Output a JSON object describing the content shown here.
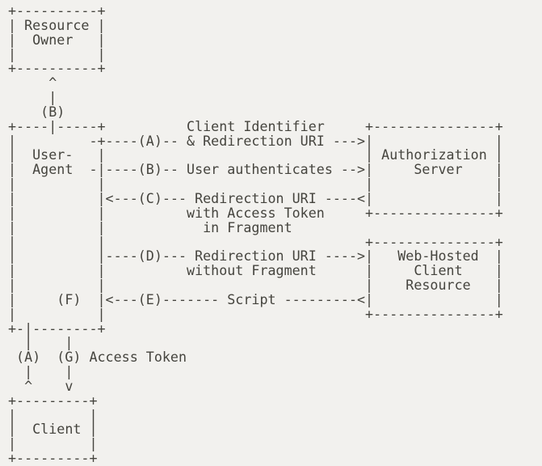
{
  "colors": {
    "background": "#f2f1ee",
    "text": "#45443e"
  },
  "diagram": {
    "kind": "ascii-flow-diagram",
    "nodes": [
      "Resource Owner",
      "User-Agent",
      "Authorization Server",
      "Web-Hosted Client Resource",
      "Client"
    ],
    "flow_labels": {
      "A": "Client Identifier & Redirection URI",
      "B": "User authenticates",
      "C": "Redirection URI with Access Token in Fragment",
      "D": "Redirection URI without Fragment",
      "E": "Script",
      "F": "",
      "G": "Access Token"
    },
    "ascii_lines": [
      "+----------+",
      "| Resource |",
      "|  Owner   |",
      "|          |",
      "+----------+",
      "     ^",
      "     |",
      "    (B)",
      "+----|-----+          Client Identifier     +---------------+",
      "|         -+----(A)-- & Redirection URI --->|               |",
      "|  User-   |                                | Authorization |",
      "|  Agent  -|----(B)-- User authenticates -->|     Server    |",
      "|          |                                |               |",
      "|          |<---(C)--- Redirection URI ----<|               |",
      "|          |          with Access Token     +---------------+",
      "|          |            in Fragment",
      "|          |                                +---------------+",
      "|          |----(D)--- Redirection URI ---->|   Web-Hosted  |",
      "|          |          without Fragment      |     Client    |",
      "|          |                                |    Resource   |",
      "|     (F)  |<---(E)------- Script ---------<|               |",
      "|          |                                +---------------+",
      "+-|--------+",
      "  |    |",
      " (A)  (G) Access Token",
      "  |    |",
      "  ^    v",
      "+---------+",
      "|         |",
      "|  Client |",
      "|         |",
      "+---------+"
    ]
  }
}
